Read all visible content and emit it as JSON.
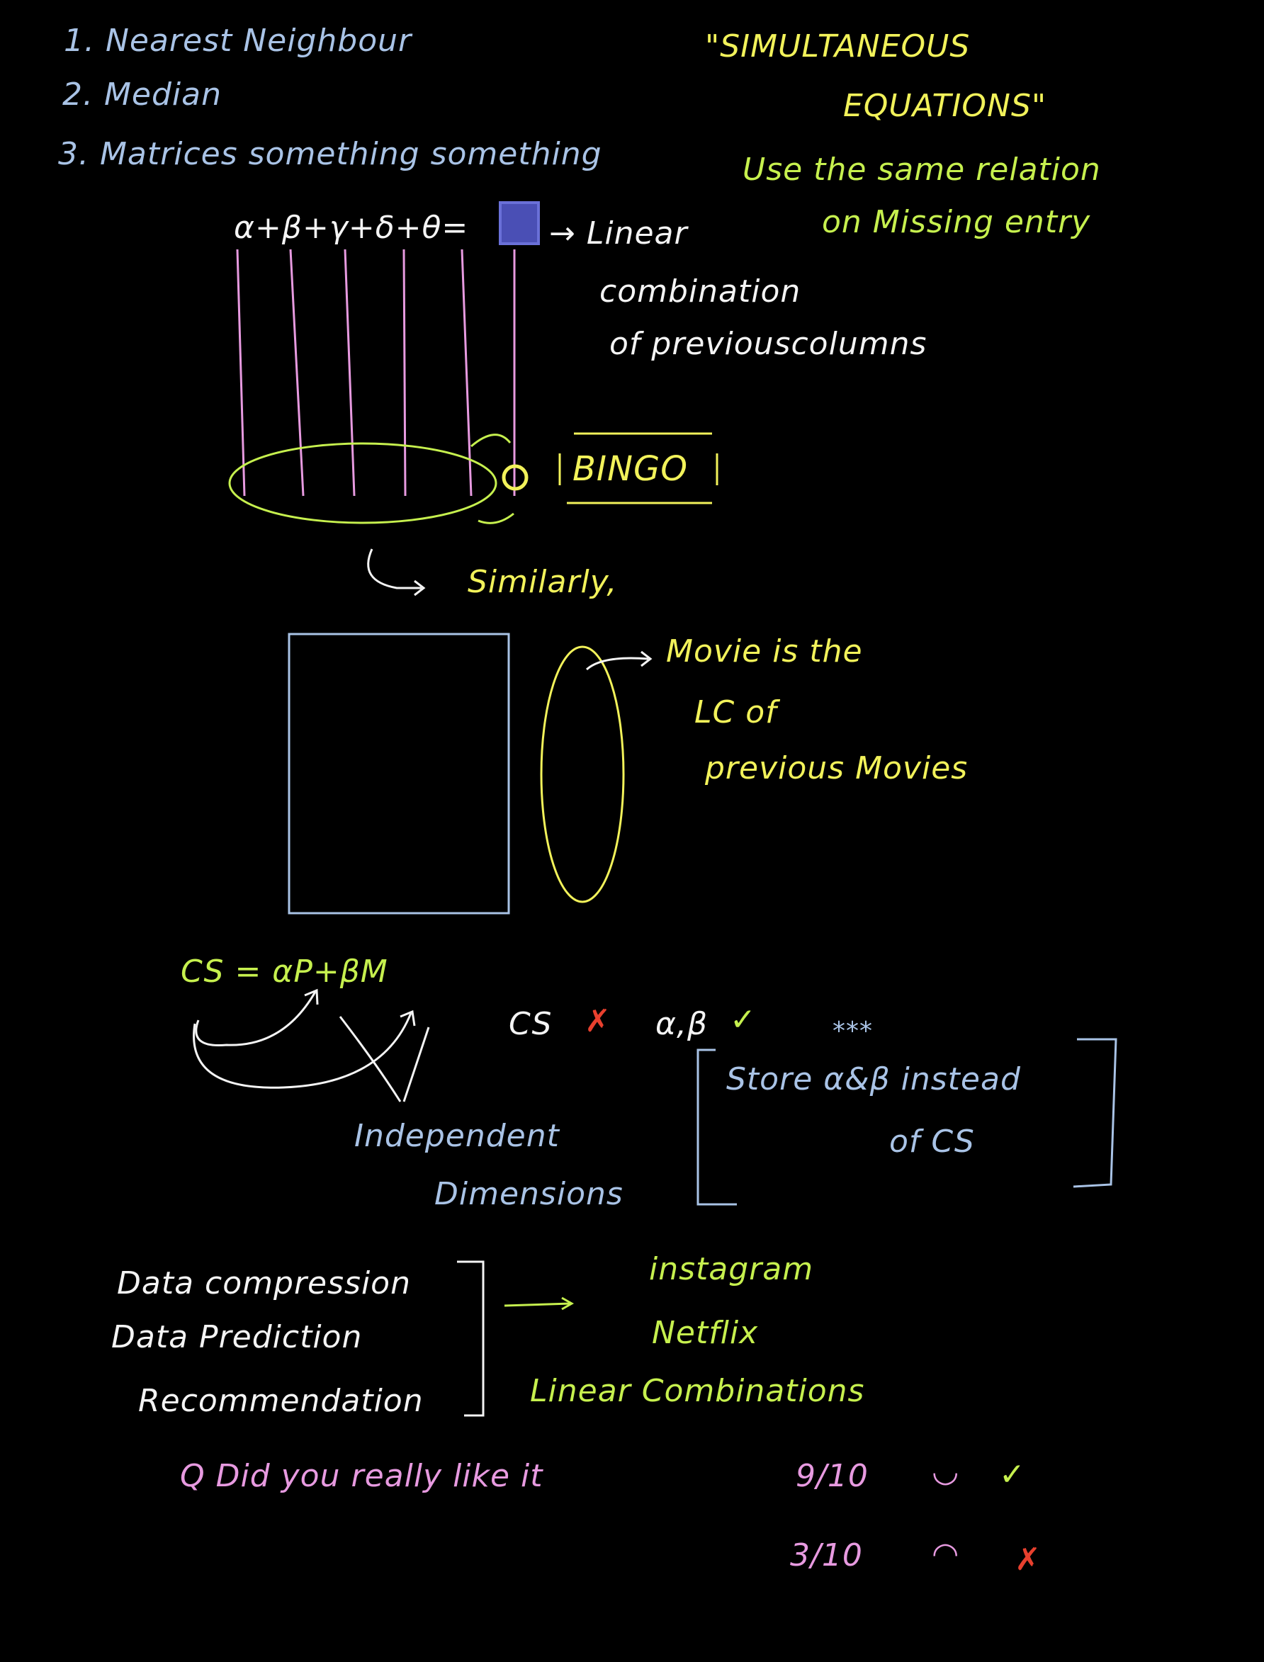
{
  "colors": {
    "background": "#000000",
    "blue": "#a9c3e6",
    "yellow": "#f2f25a",
    "green": "#c6f04e",
    "white": "#f4f4f4",
    "pink": "#e79ae0",
    "red": "#e8402e",
    "box": "#4a4fb5"
  },
  "list": [
    "1. Nearest Neighbour",
    "2. Median",
    "3. Matrices something something"
  ],
  "simultaneous": {
    "line1": "\"SIMULTANEOUS",
    "line2": "EQUATIONS\""
  },
  "relation": {
    "line1": "Use the same relation",
    "line2": "on Missing entry"
  },
  "equation": "α+β+γ+δ+θ=",
  "linear": {
    "line1": "→ Linear",
    "line2": "combination",
    "line3": "of previouscolumns"
  },
  "bingo": "BINGO",
  "similarly": "Similarly,",
  "movie": {
    "line1": "Movie is the",
    "line2": "LC  of",
    "line3": "previous Movies"
  },
  "cs_equation": "CS = αP+βM",
  "cs_store": {
    "cs": "CS",
    "cross": "✗",
    "ab": "α,β",
    "check": "✓",
    "stars": "***"
  },
  "store_note": {
    "line1": "Store α&β instead",
    "line2": "of CS"
  },
  "independent": {
    "line1": "Independent",
    "line2": "Dimensions"
  },
  "uses": [
    "Data compression",
    "Data Prediction",
    "Recommendation"
  ],
  "examples": [
    "instagram",
    "Netflix",
    "Linear Combinations"
  ],
  "question": "Q  Did you really like it",
  "ratings": [
    {
      "score": "9/10",
      "face": "◡",
      "mark": "✓"
    },
    {
      "score": "3/10",
      "face": "◠",
      "mark": "✗"
    }
  ]
}
